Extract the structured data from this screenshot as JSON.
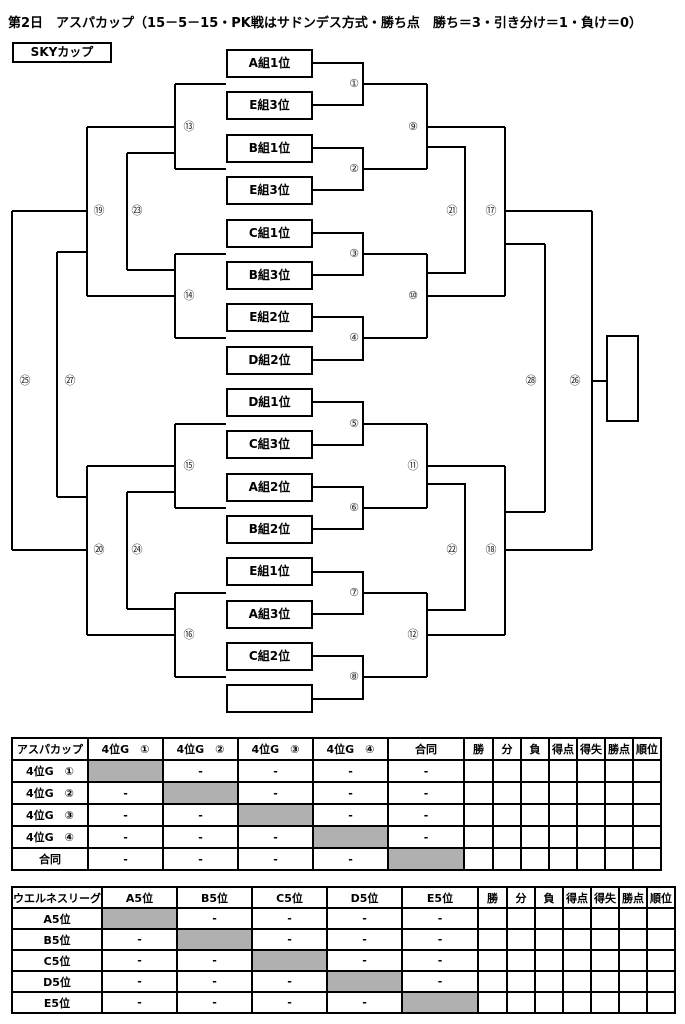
{
  "page": {
    "title": "第2日　アスパカップ（15－5－15・PK戦はサドンデス方式・勝ち点　勝ち＝3・引き分け＝1・負け＝0）",
    "cup_label": "SKYカップ"
  },
  "bracket": {
    "slots": [
      "A組1位",
      "E組3位",
      "B組1位",
      "E組3位",
      "C組1位",
      "B組3位",
      "E組2位",
      "D組2位",
      "D組1位",
      "C組3位",
      "A組2位",
      "B組2位",
      "E組1位",
      "A組3位",
      "C組2位",
      ""
    ],
    "labels": [
      "①",
      "②",
      "③",
      "④",
      "⑤",
      "⑥",
      "⑦",
      "⑧",
      "⑨",
      "⑩",
      "⑪",
      "⑫",
      "⑬",
      "⑭",
      "⑮",
      "⑯",
      "⑰",
      "⑱",
      "⑲",
      "⑳",
      "㉑",
      "㉒",
      "㉓",
      "㉔",
      "㉕",
      "㉖",
      "㉗",
      "㉘"
    ]
  },
  "tables": [
    {
      "name": "アスパカップ",
      "teams": [
        "4位G　①",
        "4位G　②",
        "4位G　③",
        "4位G　④",
        "合同"
      ],
      "stat_columns": [
        "勝",
        "分",
        "負",
        "得点",
        "得失",
        "勝点",
        "順位"
      ],
      "matrix": [
        [
          "",
          "-",
          "-",
          "-",
          "-"
        ],
        [
          "-",
          "",
          "-",
          "-",
          "-"
        ],
        [
          "-",
          "-",
          "",
          "-",
          "-"
        ],
        [
          "-",
          "-",
          "-",
          "",
          "-"
        ],
        [
          "-",
          "-",
          "-",
          "-",
          ""
        ]
      ]
    },
    {
      "name": "ウエルネスリーグ",
      "teams": [
        "A5位",
        "B5位",
        "C5位",
        "D5位",
        "E5位"
      ],
      "stat_columns": [
        "勝",
        "分",
        "負",
        "得点",
        "得失",
        "勝点",
        "順位"
      ],
      "matrix": [
        [
          "",
          "-",
          "-",
          "-",
          "-"
        ],
        [
          "-",
          "",
          "-",
          "-",
          "-"
        ],
        [
          "-",
          "-",
          "",
          "-",
          "-"
        ],
        [
          "-",
          "-",
          "-",
          "",
          "-"
        ],
        [
          "-",
          "-",
          "-",
          "-",
          ""
        ]
      ]
    }
  ]
}
